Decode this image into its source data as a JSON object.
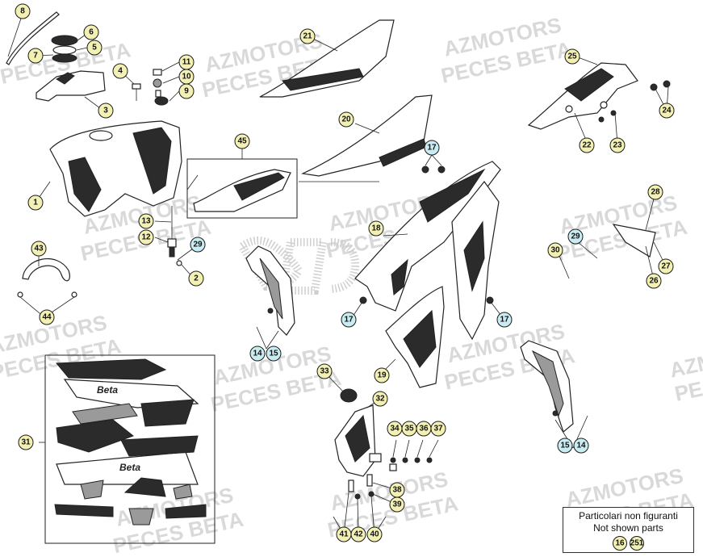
{
  "watermark": {
    "line1": "AZMOTORS",
    "line2": "PECES BETA"
  },
  "callouts": [
    {
      "label": "1"
    },
    {
      "label": "2"
    },
    {
      "label": "3"
    },
    {
      "label": "4"
    },
    {
      "label": "5"
    },
    {
      "label": "6"
    },
    {
      "label": "7"
    },
    {
      "label": "8"
    },
    {
      "label": "9"
    },
    {
      "label": "10"
    },
    {
      "label": "11"
    },
    {
      "label": "12"
    },
    {
      "label": "13"
    },
    {
      "label": "14"
    },
    {
      "label": "15"
    },
    {
      "label": "14"
    },
    {
      "label": "15"
    },
    {
      "label": "17"
    },
    {
      "label": "17"
    },
    {
      "label": "17"
    },
    {
      "label": "18"
    },
    {
      "label": "19"
    },
    {
      "label": "20"
    },
    {
      "label": "21"
    },
    {
      "label": "22"
    },
    {
      "label": "23"
    },
    {
      "label": "24"
    },
    {
      "label": "25"
    },
    {
      "label": "26"
    },
    {
      "label": "27"
    },
    {
      "label": "28"
    },
    {
      "label": "29"
    },
    {
      "label": "29"
    },
    {
      "label": "30"
    },
    {
      "label": "31"
    },
    {
      "label": "32"
    },
    {
      "label": "33"
    },
    {
      "label": "34"
    },
    {
      "label": "35"
    },
    {
      "label": "36"
    },
    {
      "label": "37"
    },
    {
      "label": "38"
    },
    {
      "label": "39"
    },
    {
      "label": "40"
    },
    {
      "label": "41"
    },
    {
      "label": "42"
    },
    {
      "label": "43"
    },
    {
      "label": "44"
    },
    {
      "label": "45"
    },
    {
      "label": "16"
    },
    {
      "label": "251"
    }
  ],
  "colors": {
    "callout_fill": "#f3f0b4",
    "callout_fill_blue": "#c9ecf2",
    "line": "#222222"
  },
  "decal_text": {
    "brand": "Beta"
  },
  "not_shown": {
    "title": "Particolari non figuranti",
    "subtitle": "Not shown parts"
  }
}
